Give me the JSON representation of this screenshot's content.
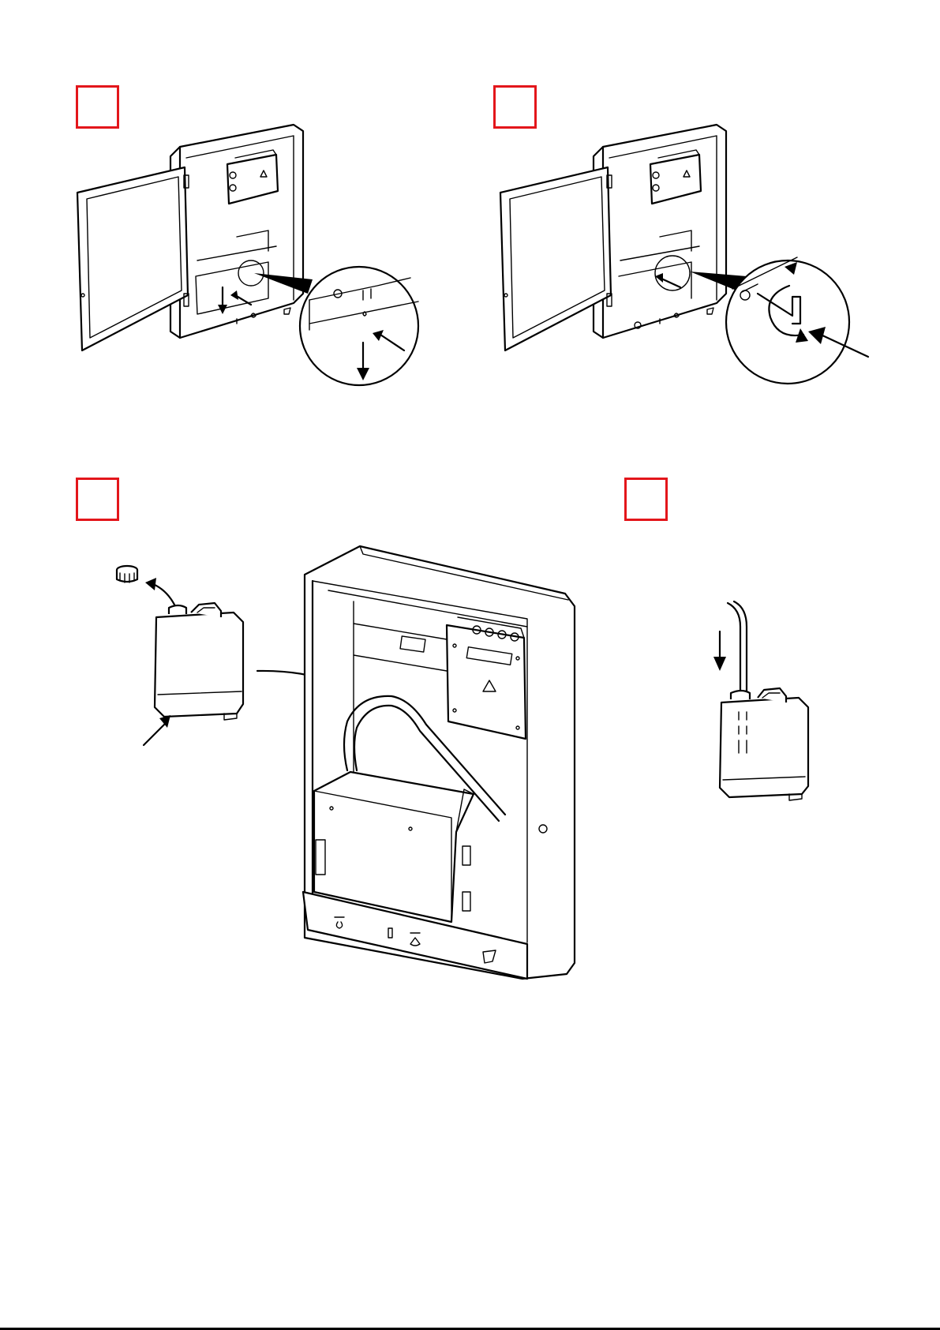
{
  "colors": {
    "step_box_border": "#e3161b",
    "line": "#000000",
    "background": "#ffffff"
  },
  "steps": [
    {
      "id": "step-1",
      "icons": [
        "cabinet-open-door-icon",
        "mounting-plate-push-down-icon"
      ]
    },
    {
      "id": "step-2",
      "icons": [
        "cabinet-open-door-icon",
        "allen-key-tighten-icon"
      ]
    },
    {
      "id": "step-3",
      "icons": [
        "canister-cap-remove-icon",
        "canister-insert-into-cabinet-icon"
      ]
    },
    {
      "id": "step-4",
      "icons": [
        "hose-insert-into-canister-icon"
      ]
    }
  ]
}
